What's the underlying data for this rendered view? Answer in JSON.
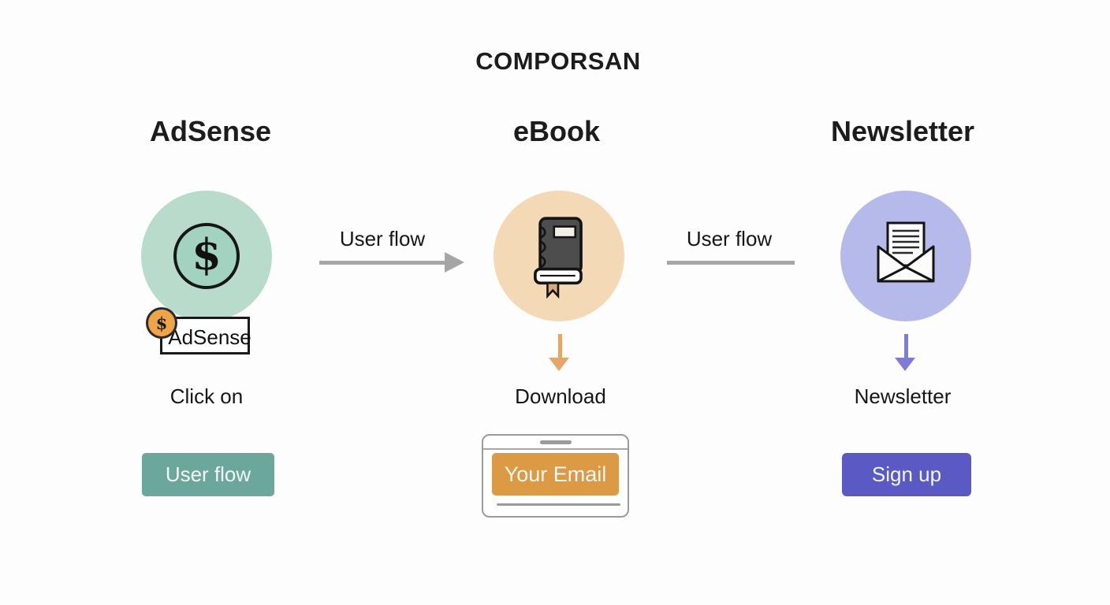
{
  "title": "COMPORSAN",
  "adsense": {
    "header": "AdSense",
    "circle_symbol": "$",
    "coin_symbol": "$",
    "badge_label": "AdSense",
    "caption": "Click on",
    "button_label": "User flow"
  },
  "ebook": {
    "header": "eBook",
    "caption": "Download",
    "email_button_label": "Your Email"
  },
  "newsletter": {
    "header": "Newsletter",
    "caption": "Newsletter",
    "signup_button_label": "Sign up"
  },
  "flows": {
    "flow1_label": "User flow",
    "flow2_label": "User flow"
  },
  "icons": {
    "adsense": "dollar-circle-icon",
    "adsense_coin": "dollar-coin-icon",
    "ebook": "book-icon",
    "newsletter": "open-envelope-icon",
    "flow1": "arrow-right-icon",
    "download": "arrow-down-icon",
    "signup": "arrow-down-icon"
  },
  "colors": {
    "adsense_circle": "#b8dbcc",
    "adsense_inner_circle": "#a2d3c1",
    "ebook_circle": "#f3d9b6",
    "newsletter_circle": "#b6baea",
    "user_flow_button": "#6ba79a",
    "email_button": "#dd9a45",
    "signup_button": "#5b59c4",
    "coin": "#efa44a",
    "connector_gray": "#a6a6a6",
    "download_arrow": "#e2a86b",
    "newsletter_arrow": "#7e7bdb"
  }
}
